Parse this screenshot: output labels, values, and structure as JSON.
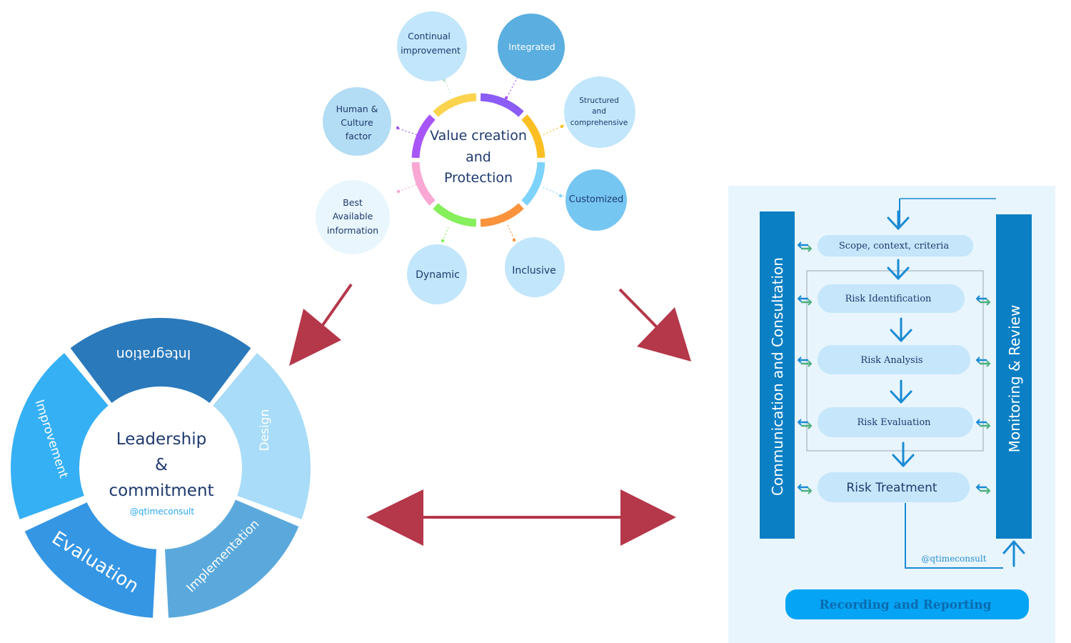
{
  "principles": {
    "center": [
      "Value creation",
      "and",
      "Protection"
    ],
    "bubbles": {
      "continual": [
        "Continual",
        "improvement"
      ],
      "integrated": [
        "Integrated"
      ],
      "structured": [
        "Structured",
        "and",
        "comprehensive"
      ],
      "customized": [
        "Customized"
      ],
      "inclusive": [
        "Inclusive"
      ],
      "dynamic": [
        "Dynamic"
      ],
      "best": [
        "Best",
        "Available",
        "information"
      ],
      "human": [
        "Human &",
        "Culture",
        "factor"
      ]
    },
    "ring_colors": [
      "#8b5cf6",
      "#fbbf24",
      "#7dd3fc",
      "#fb923c",
      "#86ef5c",
      "#f9a8d4",
      "#a855f7",
      "#fcd34d"
    ]
  },
  "framework": {
    "center": [
      "Leadership",
      "&",
      "commitment"
    ],
    "handle": "@qtimeconsult",
    "segments": {
      "integration": "Integration",
      "design": "Design",
      "implementation": "Implementation",
      "evaluation": "Evaluation",
      "improvement": "Improvement"
    }
  },
  "process": {
    "left_bar": "Communication and Consultation",
    "right_bar": "Monitoring & Review",
    "steps": {
      "scope": "Scope, context, criteria",
      "identification": "Risk Identification",
      "analysis": "Risk Analysis",
      "evaluation": "Risk Evaluation",
      "treatment": "Risk Treatment"
    },
    "handle": "@qtimeconsult",
    "recording": "Recording and Reporting"
  },
  "colors": {
    "arrow_red": "#b5374a",
    "bar_blue": "#0a7fc4",
    "step_fill": "#c5e6fb",
    "panel_bg": "#e8f5fd",
    "recording_fill": "#06a4f4"
  }
}
